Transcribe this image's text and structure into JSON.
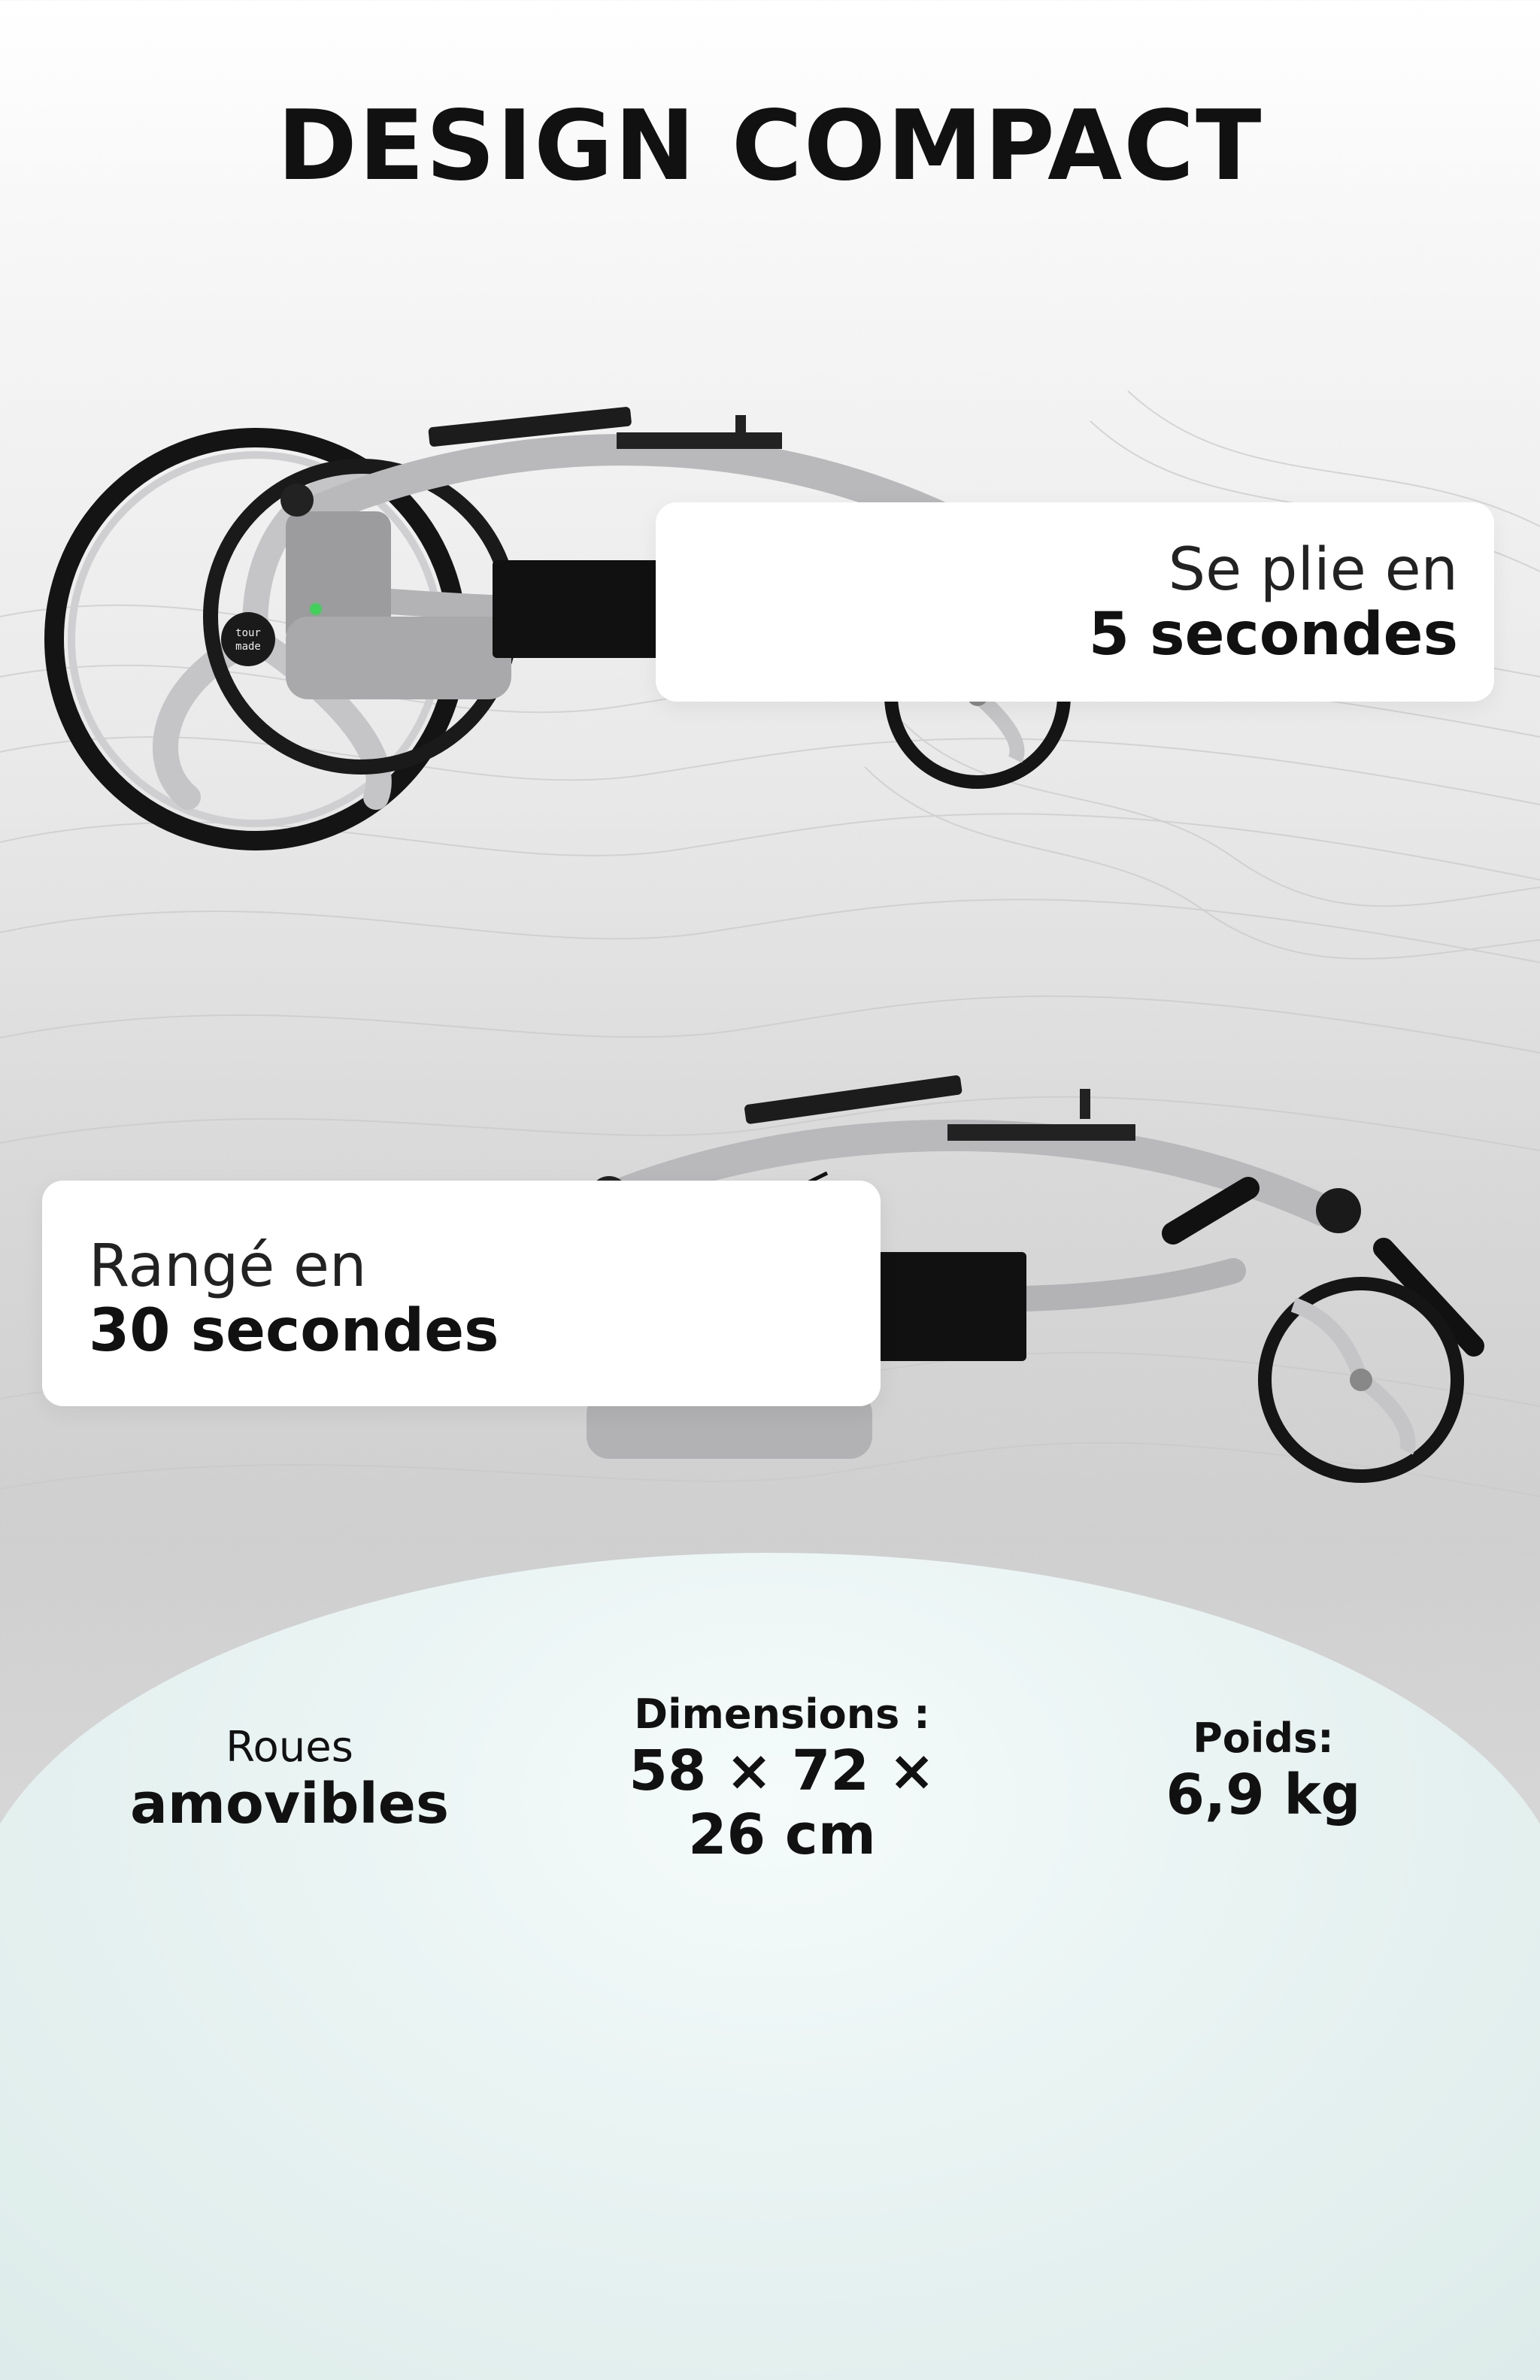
{
  "header": {
    "title": "DESIGN COMPACT"
  },
  "card_fold": {
    "line1": "Se plie en",
    "line2": "5 secondes"
  },
  "card_store": {
    "line1": "Rangé en",
    "line2": "30 secondes"
  },
  "features": {
    "wheels": {
      "label": "Roues",
      "value": "amovibles"
    },
    "dimensions": {
      "label": "Dimensions :",
      "value_line1": "58 × 72 ×",
      "value_line2": "26 cm"
    },
    "weight": {
      "label": "Poids:",
      "value": "6,9 kg"
    }
  },
  "brand": {
    "hub_logo_text": "tour made"
  },
  "colors": {
    "frame": "#b9b9bb",
    "tire": "#151515",
    "accent_led": "#3fd15a",
    "text": "#111111",
    "dome": "#e4f0ef"
  }
}
